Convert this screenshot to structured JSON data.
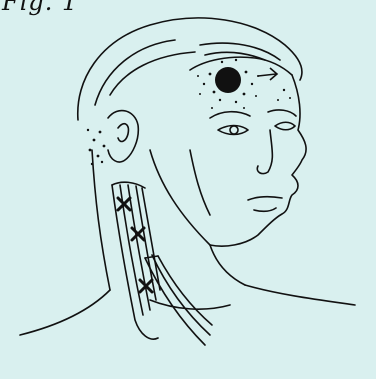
{
  "figure": {
    "label": "Fig. 1"
  },
  "illustration": {
    "subject": "head-and-neck-line-drawing",
    "trigger_point_marks": [
      "x",
      "x",
      "x"
    ],
    "pain_pattern_regions": [
      "forehead-above-eye",
      "behind-ear"
    ],
    "colors": {
      "background": "#d9f0ef",
      "ink": "#111111"
    }
  }
}
